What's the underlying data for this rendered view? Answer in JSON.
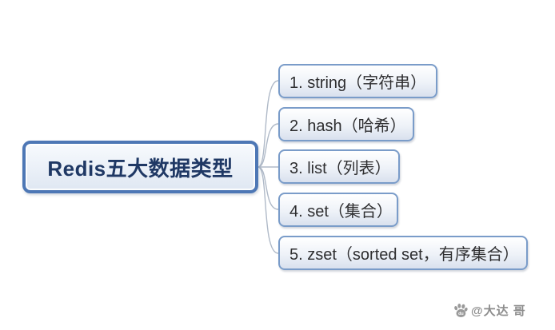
{
  "diagram": {
    "title": "Redis五大数据类型 mind map",
    "root": {
      "label": "Redis五大数据类型"
    },
    "branches": [
      {
        "label": "1. string（字符串）"
      },
      {
        "label": "2. hash（哈希）"
      },
      {
        "label": "3. list（列表）"
      },
      {
        "label": "4. set（集合）"
      },
      {
        "label": "5. zset（sorted set，有序集合）"
      }
    ],
    "colors": {
      "root_border": "#4d77b5",
      "root_text": "#1f3864",
      "branch_border": "#7a9cc9",
      "branch_fill_bottom": "#d9e1ee",
      "branch_text": "#2e2e30",
      "connector": "#b0bac8",
      "background": "#ffffff"
    }
  },
  "watermark": {
    "icon": "baidu-paw-icon",
    "text": "@大达 哥",
    "color": "#8d8d8d"
  }
}
